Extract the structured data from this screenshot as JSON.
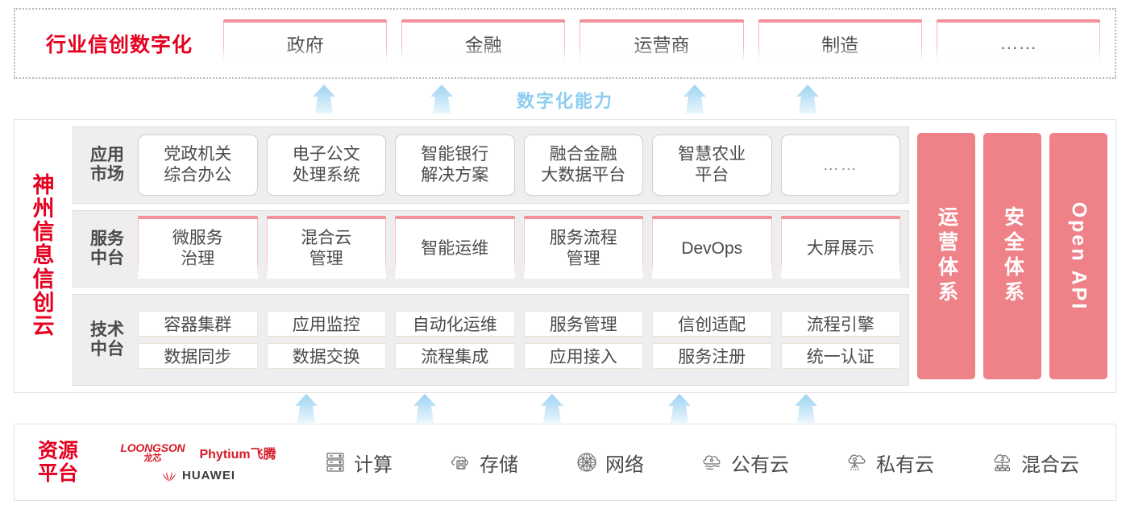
{
  "industry": {
    "title": "行业信创数字化",
    "cards": [
      "政府",
      "金融",
      "运营商",
      "制造",
      "……"
    ]
  },
  "capability": {
    "label": "数字化能力",
    "arrow_count": 4,
    "arrow_color": "#cfe9f9"
  },
  "platform": {
    "title_chars": [
      "神",
      "州",
      "信",
      "息",
      "信",
      "创",
      "云"
    ],
    "title_color": "#e60020",
    "layers": [
      {
        "name_chars": [
          "应用",
          "市场"
        ],
        "style": "app",
        "cards": [
          "党政机关\n综合办公",
          "电子公文\n处理系统",
          "智能银行\n解决方案",
          "融合金融\n大数据平台",
          "智慧农业\n平台",
          "……"
        ]
      },
      {
        "name_chars": [
          "服务",
          "中台"
        ],
        "style": "service",
        "cards": [
          "微服务\n治理",
          "混合云\n管理",
          "智能运维",
          "服务流程\n管理",
          "DevOps",
          "大屏展示"
        ]
      },
      {
        "name_chars": [
          "技术",
          "中台"
        ],
        "style": "tech",
        "rows": [
          [
            "容器集群",
            "应用监控",
            "自动化运维",
            "服务管理",
            "信创适配",
            "流程引擎"
          ],
          [
            "数据同步",
            "数据交换",
            "流程集成",
            "应用接入",
            "服务注册",
            "统一认证"
          ]
        ]
      }
    ],
    "pillars": [
      {
        "text": "运营体系",
        "mode": "vertical"
      },
      {
        "text": "安全体系",
        "mode": "vertical"
      },
      {
        "text": "Open API",
        "mode": "rotated"
      }
    ],
    "pillar_color": "#ef8289"
  },
  "lower_arrows": {
    "count": 5,
    "color": "#cfe9f9"
  },
  "resource": {
    "title_chars": [
      "资源",
      "平台"
    ],
    "title_color": "#e60020",
    "logos": [
      {
        "name": "loongson-logo",
        "en": "LOONGSON",
        "cn": "龙芯"
      },
      {
        "name": "phytium-logo",
        "text": "Phytium飞腾"
      },
      {
        "name": "huawei-logo",
        "text": "HUAWEI"
      }
    ],
    "items": [
      {
        "icon": "server-icon",
        "label": "计算"
      },
      {
        "icon": "cloud-storage-icon",
        "label": "存储"
      },
      {
        "icon": "network-mesh-icon",
        "label": "网络"
      },
      {
        "icon": "public-cloud-icon",
        "label": "公有云"
      },
      {
        "icon": "private-cloud-icon",
        "label": "私有云"
      },
      {
        "icon": "hybrid-cloud-icon",
        "label": "混合云"
      }
    ]
  }
}
